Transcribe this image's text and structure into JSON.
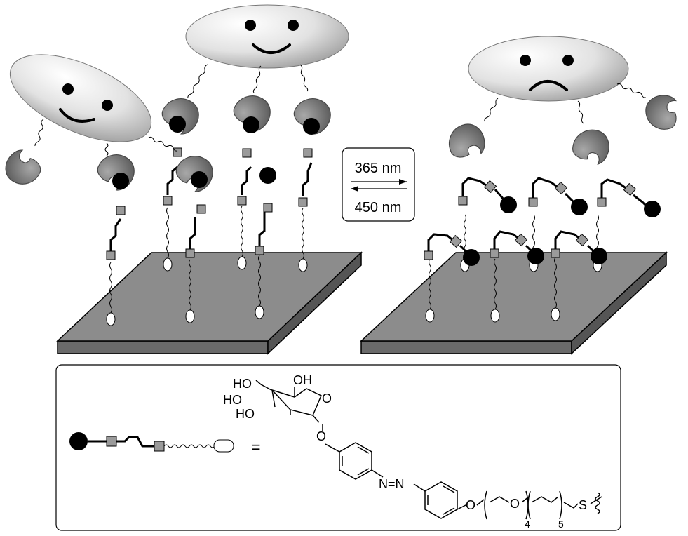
{
  "switch_box": {
    "forward_label": "365 nm",
    "reverse_label": "450 nm"
  },
  "legend": {
    "equals_sign": "=",
    "sugar_labels": [
      "HO",
      "OH",
      "HO",
      "HO",
      "O"
    ],
    "ring_substituent_o": "O",
    "azo_label": "N=N",
    "linker_o1": "O",
    "linker_o2": "O",
    "peg_repeat": "4",
    "alkyl_repeat": "5",
    "thiol_label": "S"
  },
  "colors": {
    "surface": "#8c8c8c",
    "protein": "#6f6f6f",
    "ligand": "#000000",
    "linker_box": "#9a9a9a",
    "cell": "#d9d9d9"
  },
  "icons": {
    "happy_face": "smile",
    "sad_face": "frown",
    "lectin": "crescent-receptor"
  }
}
